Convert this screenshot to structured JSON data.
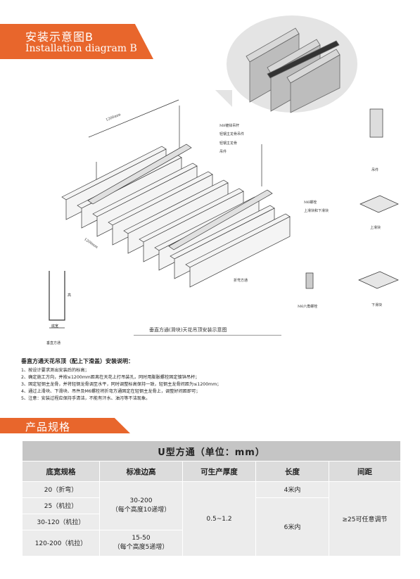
{
  "header": {
    "title_zh": "安装示意图B",
    "title_en": "Installation diagram B"
  },
  "diagram": {
    "dim_top": "1200mm",
    "dim_bottom": "1200mm",
    "labels": {
      "m8_rod": "M8镀锌吊杆",
      "light_keel_hanger": "轻钢主龙骨吊件",
      "light_keel": "轻钢主龙骨",
      "hanger": "吊件",
      "m6_bolt": "M6螺栓",
      "slider": "上滑块和下滑块",
      "bent_tube": "折弯方通",
      "tube_height": "高",
      "tube_width": "底宽",
      "tube_name": "垂直方通"
    },
    "caption": "垂直方通(滑块)天花吊顶安装示意图",
    "parts": {
      "hanger": "吊件",
      "upper_slider": "上滑块",
      "m6_hex_bolt": "M6六角螺栓",
      "lower_slider": "下滑块"
    }
  },
  "instructions": {
    "title": "垂直方通天花吊顶（配上下滑盖）安装说明：",
    "steps": [
      "1、按设计要求测出安装后的标高；",
      "2、确定施工方向，并按≤1200mm距离在天花上打吊装孔，同时用膨胀螺栓固定镀锌吊杆；",
      "3、固定轻钢主龙骨，并将轻钢龙骨调至水平，同时调整标高保持一致，轻钢主龙骨间距为≤1200mm；",
      "4、通过上滑块、下滑块、吊件及M6螺栓将折弯方通固定在轻钢主龙骨上，调整好间距即可；",
      "5、注意：安装过程应保持手清洁，不能有汗水、油污等不洁现象。"
    ]
  },
  "spec_header": "产品规格",
  "spec_table": {
    "title": "U型方通（单位：mm）",
    "columns": [
      "底宽规格",
      "标准边高",
      "可生产厚度",
      "长度",
      "间距"
    ],
    "width_specs": [
      "20（折弯）",
      "25（机拉）",
      "30-120（机拉）",
      "120-200（机拉）"
    ],
    "height_a_1": "30-200",
    "height_a_2": "（每个高度10递增）",
    "height_b_1": "15-50",
    "height_b_2": "（每个高度5递增）",
    "thickness": "0.5~1.2",
    "length_a": "4米内",
    "length_b": "6米内",
    "spacing": "≥25可任意调节"
  }
}
